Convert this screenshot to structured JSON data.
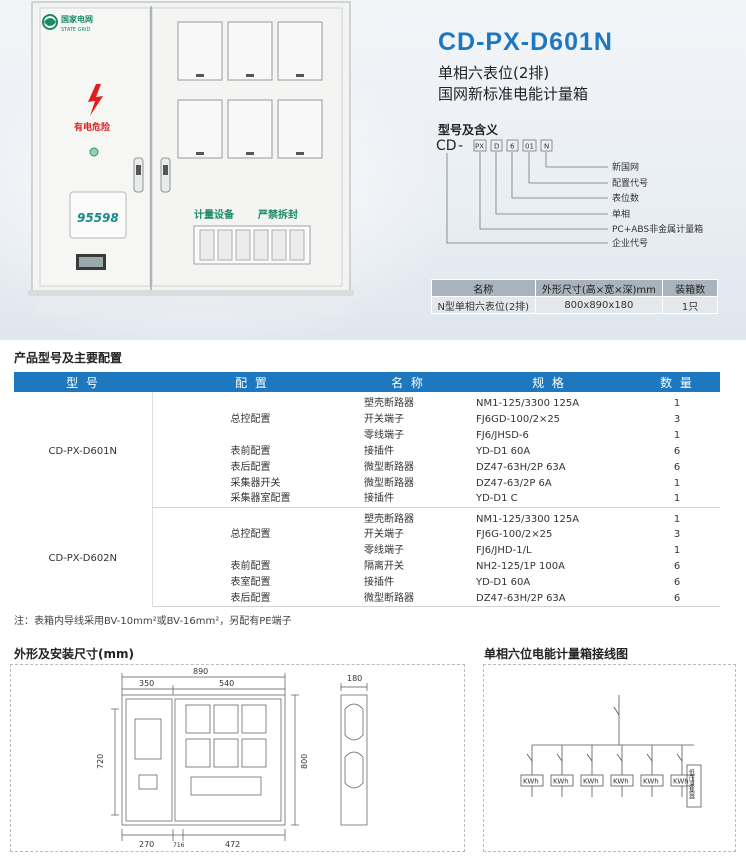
{
  "hero": {
    "title": "CD-PX-D601N",
    "subtitle_line1": "单相六表位(2排)",
    "subtitle_line2": "国网新标准电能计量箱",
    "cabinet": {
      "logo_text": "国家电网",
      "logo_text_en": "STATE GRID",
      "warning_text": "有电危险",
      "window_label_1": "计量设备",
      "window_label_2": "严禁拆封",
      "badge_text": "95598"
    }
  },
  "model_code": {
    "section_title": "型号及含义",
    "prefix": "CD",
    "dash": "-",
    "boxes": [
      "PX",
      "D",
      "6",
      "01",
      "N"
    ],
    "meanings": [
      "新国网",
      "配置代号",
      "表位数",
      "单相",
      "PC+ABS非金属计量箱",
      "企业代号"
    ]
  },
  "spec_table": {
    "headers": [
      "名称",
      "外形尺寸(高×宽×深)mm",
      "装箱数"
    ],
    "row": [
      "N型单相六表位(2排)",
      "800x890x180",
      "1只"
    ]
  },
  "config": {
    "title": "产品型号及主要配置",
    "headers": [
      "型 号",
      "配 置",
      "名 称",
      "规 格",
      "数 量"
    ],
    "groups": [
      {
        "model": "CD-PX-D601N",
        "rows": [
          {
            "cfg": "",
            "name": "塑壳断路器",
            "spec": "NM1-125/3300 125A",
            "qty": "1"
          },
          {
            "cfg": "总控配置",
            "name": "开关端子",
            "spec": "FJ6GD-100/2×25",
            "qty": "3"
          },
          {
            "cfg": "",
            "name": "零线端子",
            "spec": "FJ6/JHSD-6",
            "qty": "1"
          },
          {
            "cfg": "表前配置",
            "name": "接插件",
            "spec": "YD-D1 60A",
            "qty": "6"
          },
          {
            "cfg": "表后配置",
            "name": "微型断路器",
            "spec": "DZ47-63H/2P 63A",
            "qty": "6"
          },
          {
            "cfg": "采集器开关",
            "name": "微型断路器",
            "spec": "DZ47-63/2P 6A",
            "qty": "1"
          },
          {
            "cfg": "采集器室配置",
            "name": "接插件",
            "spec": "YD-D1 C",
            "qty": "1"
          }
        ]
      },
      {
        "model": "CD-PX-D602N",
        "rows": [
          {
            "cfg": "",
            "name": "塑壳断路器",
            "spec": "NM1-125/3300 125A",
            "qty": "1"
          },
          {
            "cfg": "总控配置",
            "name": "开关端子",
            "spec": "FJ6G-100/2×25",
            "qty": "3"
          },
          {
            "cfg": "",
            "name": "零线端子",
            "spec": "FJ6/JHD-1/L",
            "qty": "1"
          },
          {
            "cfg": "表前配置",
            "name": "隔离开关",
            "spec": "NH2-125/1P 100A",
            "qty": "6"
          },
          {
            "cfg": "表室配置",
            "name": "接插件",
            "spec": "YD-D1 60A",
            "qty": "6"
          },
          {
            "cfg": "表后配置",
            "name": "微型断路器",
            "spec": "DZ47-63H/2P 63A",
            "qty": "6"
          }
        ]
      }
    ]
  },
  "note": "注：表箱内导线采用BV-10mm²或BV-16mm²，另配有PE端子",
  "dimension_drawing": {
    "title": "外形及安装尺寸(mm)",
    "labels": {
      "total_width": "890",
      "left_width": "350",
      "right_width": "540",
      "height_left": "720",
      "height_right": "800",
      "depth": "180",
      "bottom_left": "270",
      "bottom_mid": "716",
      "bottom_right": "472"
    }
  },
  "wiring_diagram": {
    "title": "单相六位电能计量箱接线图",
    "meter_label": "KWh",
    "collector_label": "低压采集器"
  }
}
